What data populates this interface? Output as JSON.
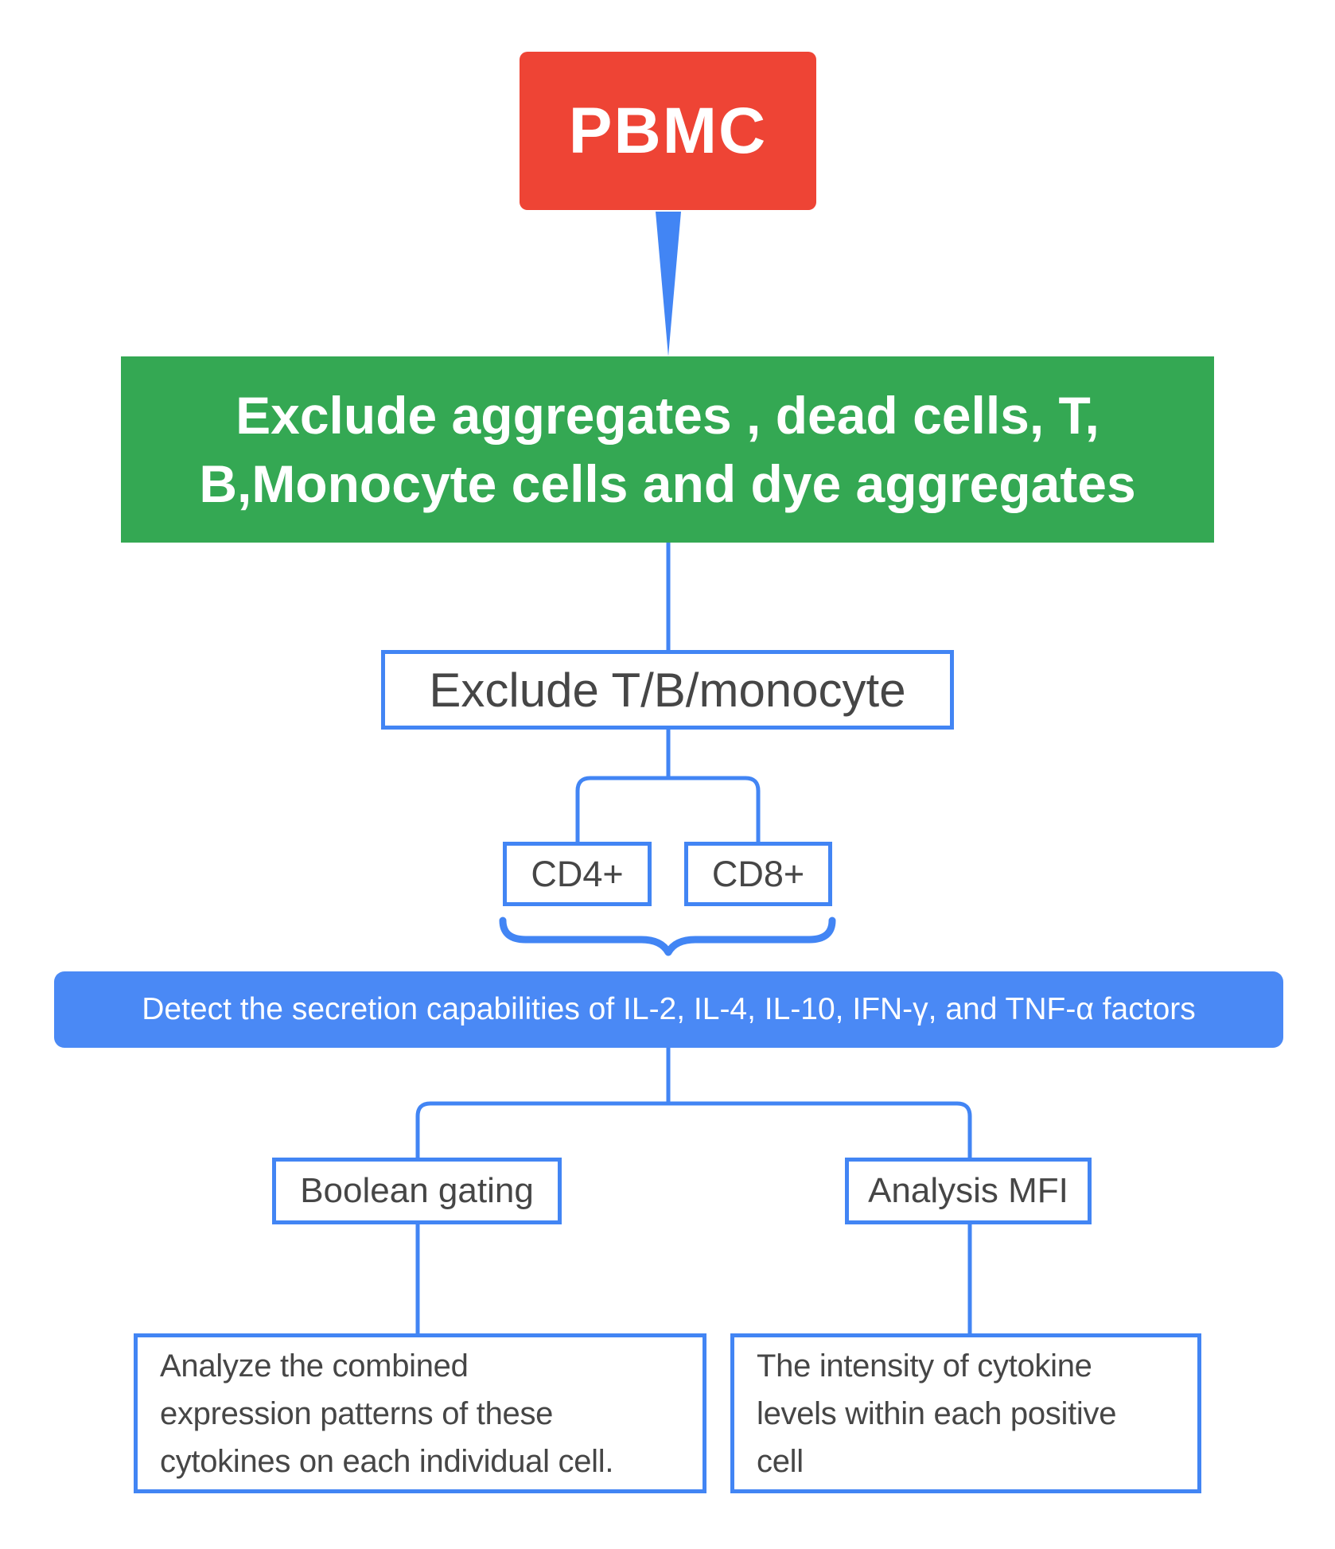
{
  "colors": {
    "red": "#EE4435",
    "green": "#34A853",
    "blue": "#4285F4",
    "bar_blue": "#4A89F5",
    "dark": "#464646"
  },
  "nodes": {
    "pbmc": {
      "label": "PBMC"
    },
    "exclude_main": {
      "lines": [
        "Exclude aggregates , dead cells, T,",
        "B,Monocyte cells and dye aggregates"
      ]
    },
    "exclude_tbm": {
      "label": "Exclude T/B/monocyte"
    },
    "cd4": {
      "label": "CD4+"
    },
    "cd8": {
      "label": "CD8+"
    },
    "detect": {
      "label": "Detect the secretion capabilities of IL-2, IL-4, IL-10, IFN-γ, and TNF-α factors"
    },
    "boolean_gating": {
      "label": "Boolean gating"
    },
    "analysis_mfi": {
      "label": "Analysis MFI"
    },
    "boolean_desc": {
      "lines": [
        "Analyze the combined",
        "expression patterns of these",
        "cytokines on each individual cell."
      ]
    },
    "mfi_desc": {
      "lines": [
        "The intensity of cytokine",
        "levels within each positive",
        "cell"
      ]
    }
  }
}
